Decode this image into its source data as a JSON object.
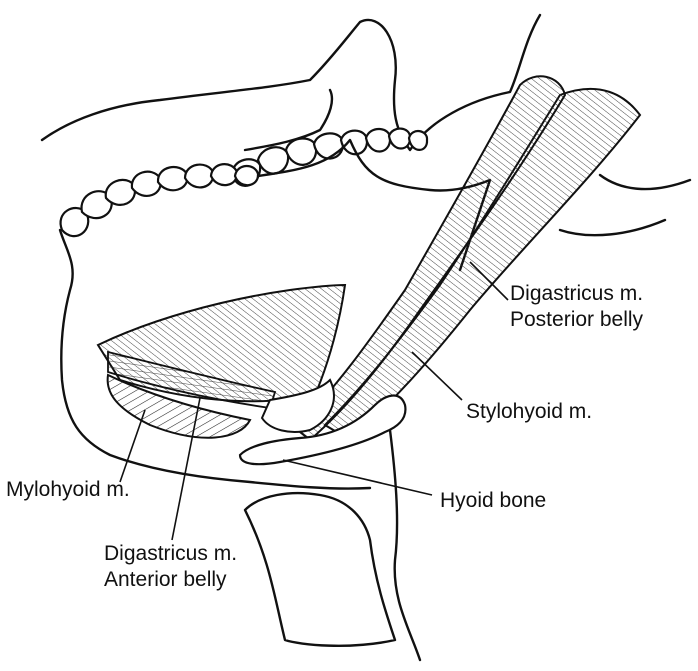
{
  "labels": {
    "digastric_posterior_line1": "Digastricus m.",
    "digastric_posterior_line2": "Posterior belly",
    "stylohyoid": "Stylohyoid m.",
    "hyoid_bone": "Hyoid bone",
    "mylohyoid": "Mylohyoid m.",
    "digastric_anterior_line1": "Digastricus m.",
    "digastric_anterior_line2": "Anterior belly"
  }
}
